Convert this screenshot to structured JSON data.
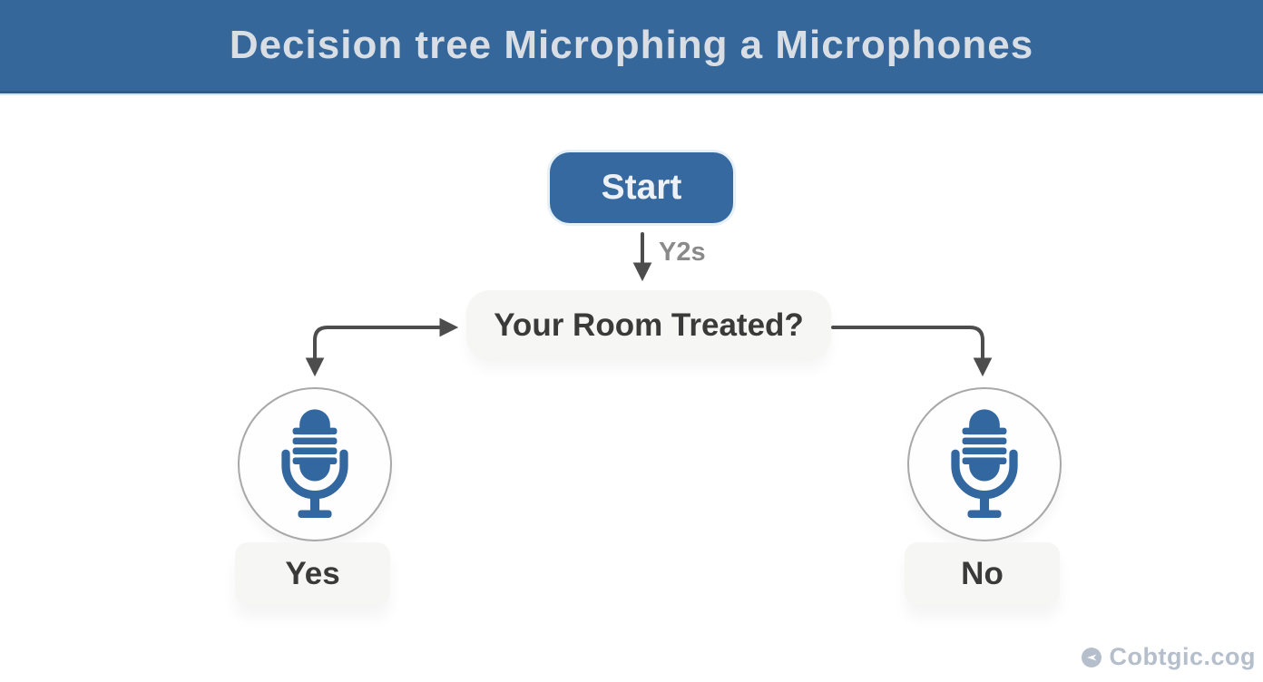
{
  "header": {
    "title": "Decision tree Microphing a Microphones"
  },
  "flow": {
    "start_label": "Start",
    "edge_label": "Y2s",
    "question_label": "Your Room Treated?",
    "yes_label": "Yes",
    "no_label": "No",
    "left_branch_icon": "microphone-icon",
    "right_branch_icon": "microphone-icon"
  },
  "watermark": {
    "icon": "circle-arrow-icon",
    "text": "Cobtgic.cog"
  },
  "colors": {
    "header_bg": "#36679b",
    "header_title": "#d9dee4",
    "node_blue": "#36699f",
    "node_blue_text": "#edf1f5",
    "box_bg": "#f6f6f4",
    "box_text": "#3a3a3a",
    "arrow": "#4d4d4d",
    "edge_label_text": "#8a8a8a",
    "mic_blue": "#33679f",
    "circle_border": "#a8a8a8",
    "watermark_gray": "#b5becb"
  }
}
